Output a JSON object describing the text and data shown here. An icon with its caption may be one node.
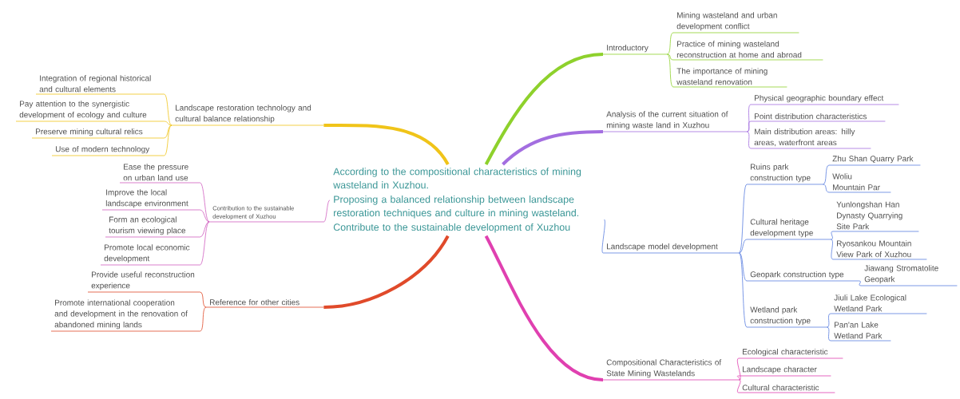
{
  "diagram": {
    "nodes": [
      {
        "text": [
          "According to the compositional characteristics of mining wasteland in Xuzhou.",
          "Proposing a balanced relationship between landscape restoration techniques and culture in mining wasteland.",
          "Contribute to the sustainable development of Xuzhou"
        ]
      },
      {
        "text": [
          "Introductory"
        ]
      },
      {
        "text": [
          "Mining wasteland and urban development conflict"
        ]
      },
      {
        "text": [
          "Practice of mining wasteland reconstruction at home and abroad"
        ]
      },
      {
        "text": [
          "The importance of mining wasteland renovation"
        ]
      },
      {
        "text": [
          "Analysis of the current situation of mining waste land in Xuzhou"
        ]
      },
      {
        "text": [
          "Physical geographic boundary effect"
        ]
      },
      {
        "text": [
          "Point distribution characteristics"
        ]
      },
      {
        "text": [
          "Main distribution areas: hilly areas, waterfront areas"
        ]
      },
      {
        "text": [
          "Landscape model development"
        ]
      },
      {
        "text": [
          "Ruins park construction type"
        ]
      },
      {
        "text": [
          "Zhu Shan Quarry Park"
        ]
      },
      {
        "text": [
          "Woliu Mountain Par"
        ]
      },
      {
        "text": [
          "Cultural heritage development type"
        ]
      },
      {
        "text": [
          "Yunlongshan Han Dynasty Quarrying Site Park"
        ]
      },
      {
        "text": [
          "Ryosankou Mountain View Park of Xuzhou"
        ]
      },
      {
        "text": [
          "Geopark construction type"
        ]
      },
      {
        "text": [
          "Jiawang Stromatolite Geopark"
        ]
      },
      {
        "text": [
          "Wetland park construction type"
        ]
      },
      {
        "text": [
          "Jiuli Lake Ecological Wetland Park"
        ]
      },
      {
        "text": [
          "Pan'an Lake Wetland Park"
        ]
      },
      {
        "text": [
          "Compositional Characteristics of State Mining Wastelands"
        ]
      },
      {
        "text": [
          "Ecological characteristic"
        ]
      },
      {
        "text": [
          "Landscape character"
        ]
      },
      {
        "text": [
          "Cultural characteristic"
        ]
      },
      {
        "text": [
          "Landscape restoration technology and cultural balance relationship"
        ]
      },
      {
        "text": [
          "Integration of regional historical and cultural elements"
        ]
      },
      {
        "text": [
          "Pay attention to the synergistic development of ecology and culture"
        ]
      },
      {
        "text": [
          "Preserve mining cultural relics"
        ]
      },
      {
        "text": [
          "Use of modern technology"
        ]
      },
      {
        "text": [
          "Contribution to the sustainable development of Xuzhou"
        ]
      },
      {
        "text": [
          "Ease the pressure on urban land use"
        ]
      },
      {
        "text": [
          "Improve the local landscape environment"
        ]
      },
      {
        "text": [
          "Form an ecological tourism viewing place"
        ]
      },
      {
        "text": [
          "Promote local economic development"
        ]
      },
      {
        "text": [
          "Reference for other cities"
        ]
      },
      {
        "text": [
          "Provide useful reconstruction experience"
        ]
      },
      {
        "text": [
          "Promote international cooperation and development in the renovation of abandoned mining lands"
        ]
      }
    ],
    "edges": [
      {
        "from": 0,
        "to": 1,
        "arrow": "none",
        "style": "thick",
        "color": "#8ed12c"
      },
      {
        "from": 1,
        "to": 2,
        "arrow": "none",
        "color": "#8ed12c"
      },
      {
        "from": 1,
        "to": 3,
        "arrow": "none",
        "color": "#8ed12c"
      },
      {
        "from": 1,
        "to": 4,
        "arrow": "none",
        "color": "#8ed12c"
      },
      {
        "from": 0,
        "to": 5,
        "arrow": "none",
        "style": "thick",
        "color": "#a36ee0"
      },
      {
        "from": 5,
        "to": 6,
        "arrow": "none",
        "color": "#a36ee0"
      },
      {
        "from": 5,
        "to": 7,
        "arrow": "none",
        "color": "#a36ee0"
      },
      {
        "from": 5,
        "to": 8,
        "arrow": "none",
        "color": "#a36ee0"
      },
      {
        "from": 0,
        "to": 9,
        "arrow": "none",
        "color": "#5a7fe0"
      },
      {
        "from": 9,
        "to": 10,
        "arrow": "none",
        "color": "#5a7fe0"
      },
      {
        "from": 10,
        "to": 11,
        "arrow": "none",
        "color": "#5a7fe0"
      },
      {
        "from": 10,
        "to": 12,
        "arrow": "none",
        "color": "#5a7fe0"
      },
      {
        "from": 9,
        "to": 13,
        "arrow": "none",
        "color": "#5a7fe0"
      },
      {
        "from": 13,
        "to": 14,
        "arrow": "none",
        "color": "#5a7fe0"
      },
      {
        "from": 13,
        "to": 15,
        "arrow": "none",
        "color": "#5a7fe0"
      },
      {
        "from": 9,
        "to": 16,
        "arrow": "none",
        "color": "#5a7fe0"
      },
      {
        "from": 16,
        "to": 17,
        "arrow": "none",
        "color": "#5a7fe0"
      },
      {
        "from": 9,
        "to": 18,
        "arrow": "none",
        "color": "#5a7fe0"
      },
      {
        "from": 18,
        "to": 19,
        "arrow": "none",
        "color": "#5a7fe0"
      },
      {
        "from": 18,
        "to": 20,
        "arrow": "none",
        "color": "#5a7fe0"
      },
      {
        "from": 0,
        "to": 21,
        "arrow": "none",
        "style": "thick",
        "color": "#e040b0"
      },
      {
        "from": 21,
        "to": 22,
        "arrow": "none",
        "color": "#e040b0"
      },
      {
        "from": 21,
        "to": 23,
        "arrow": "none",
        "color": "#e040b0"
      },
      {
        "from": 21,
        "to": 24,
        "arrow": "none",
        "color": "#e040b0"
      },
      {
        "from": 0,
        "to": 25,
        "arrow": "none",
        "style": "thick",
        "color": "#f0c419"
      },
      {
        "from": 25,
        "to": 26,
        "arrow": "none",
        "color": "#f0c419"
      },
      {
        "from": 25,
        "to": 27,
        "arrow": "none",
        "color": "#f0c419"
      },
      {
        "from": 25,
        "to": 28,
        "arrow": "none",
        "color": "#f0c419"
      },
      {
        "from": 25,
        "to": 29,
        "arrow": "none",
        "color": "#f0c419"
      },
      {
        "from": 0,
        "to": 30,
        "arrow": "none",
        "color": "#d060c0"
      },
      {
        "from": 30,
        "to": 31,
        "arrow": "none",
        "color": "#d060c0"
      },
      {
        "from": 30,
        "to": 32,
        "arrow": "none",
        "color": "#d060c0"
      },
      {
        "from": 30,
        "to": 33,
        "arrow": "none",
        "color": "#d060c0"
      },
      {
        "from": 30,
        "to": 34,
        "arrow": "none",
        "color": "#d060c0"
      },
      {
        "from": 0,
        "to": 35,
        "arrow": "none",
        "style": "thick",
        "color": "#e04a2a"
      },
      {
        "from": 35,
        "to": 36,
        "arrow": "none",
        "color": "#e04a2a"
      },
      {
        "from": 35,
        "to": 37,
        "arrow": "none",
        "color": "#e04a2a"
      }
    ]
  }
}
